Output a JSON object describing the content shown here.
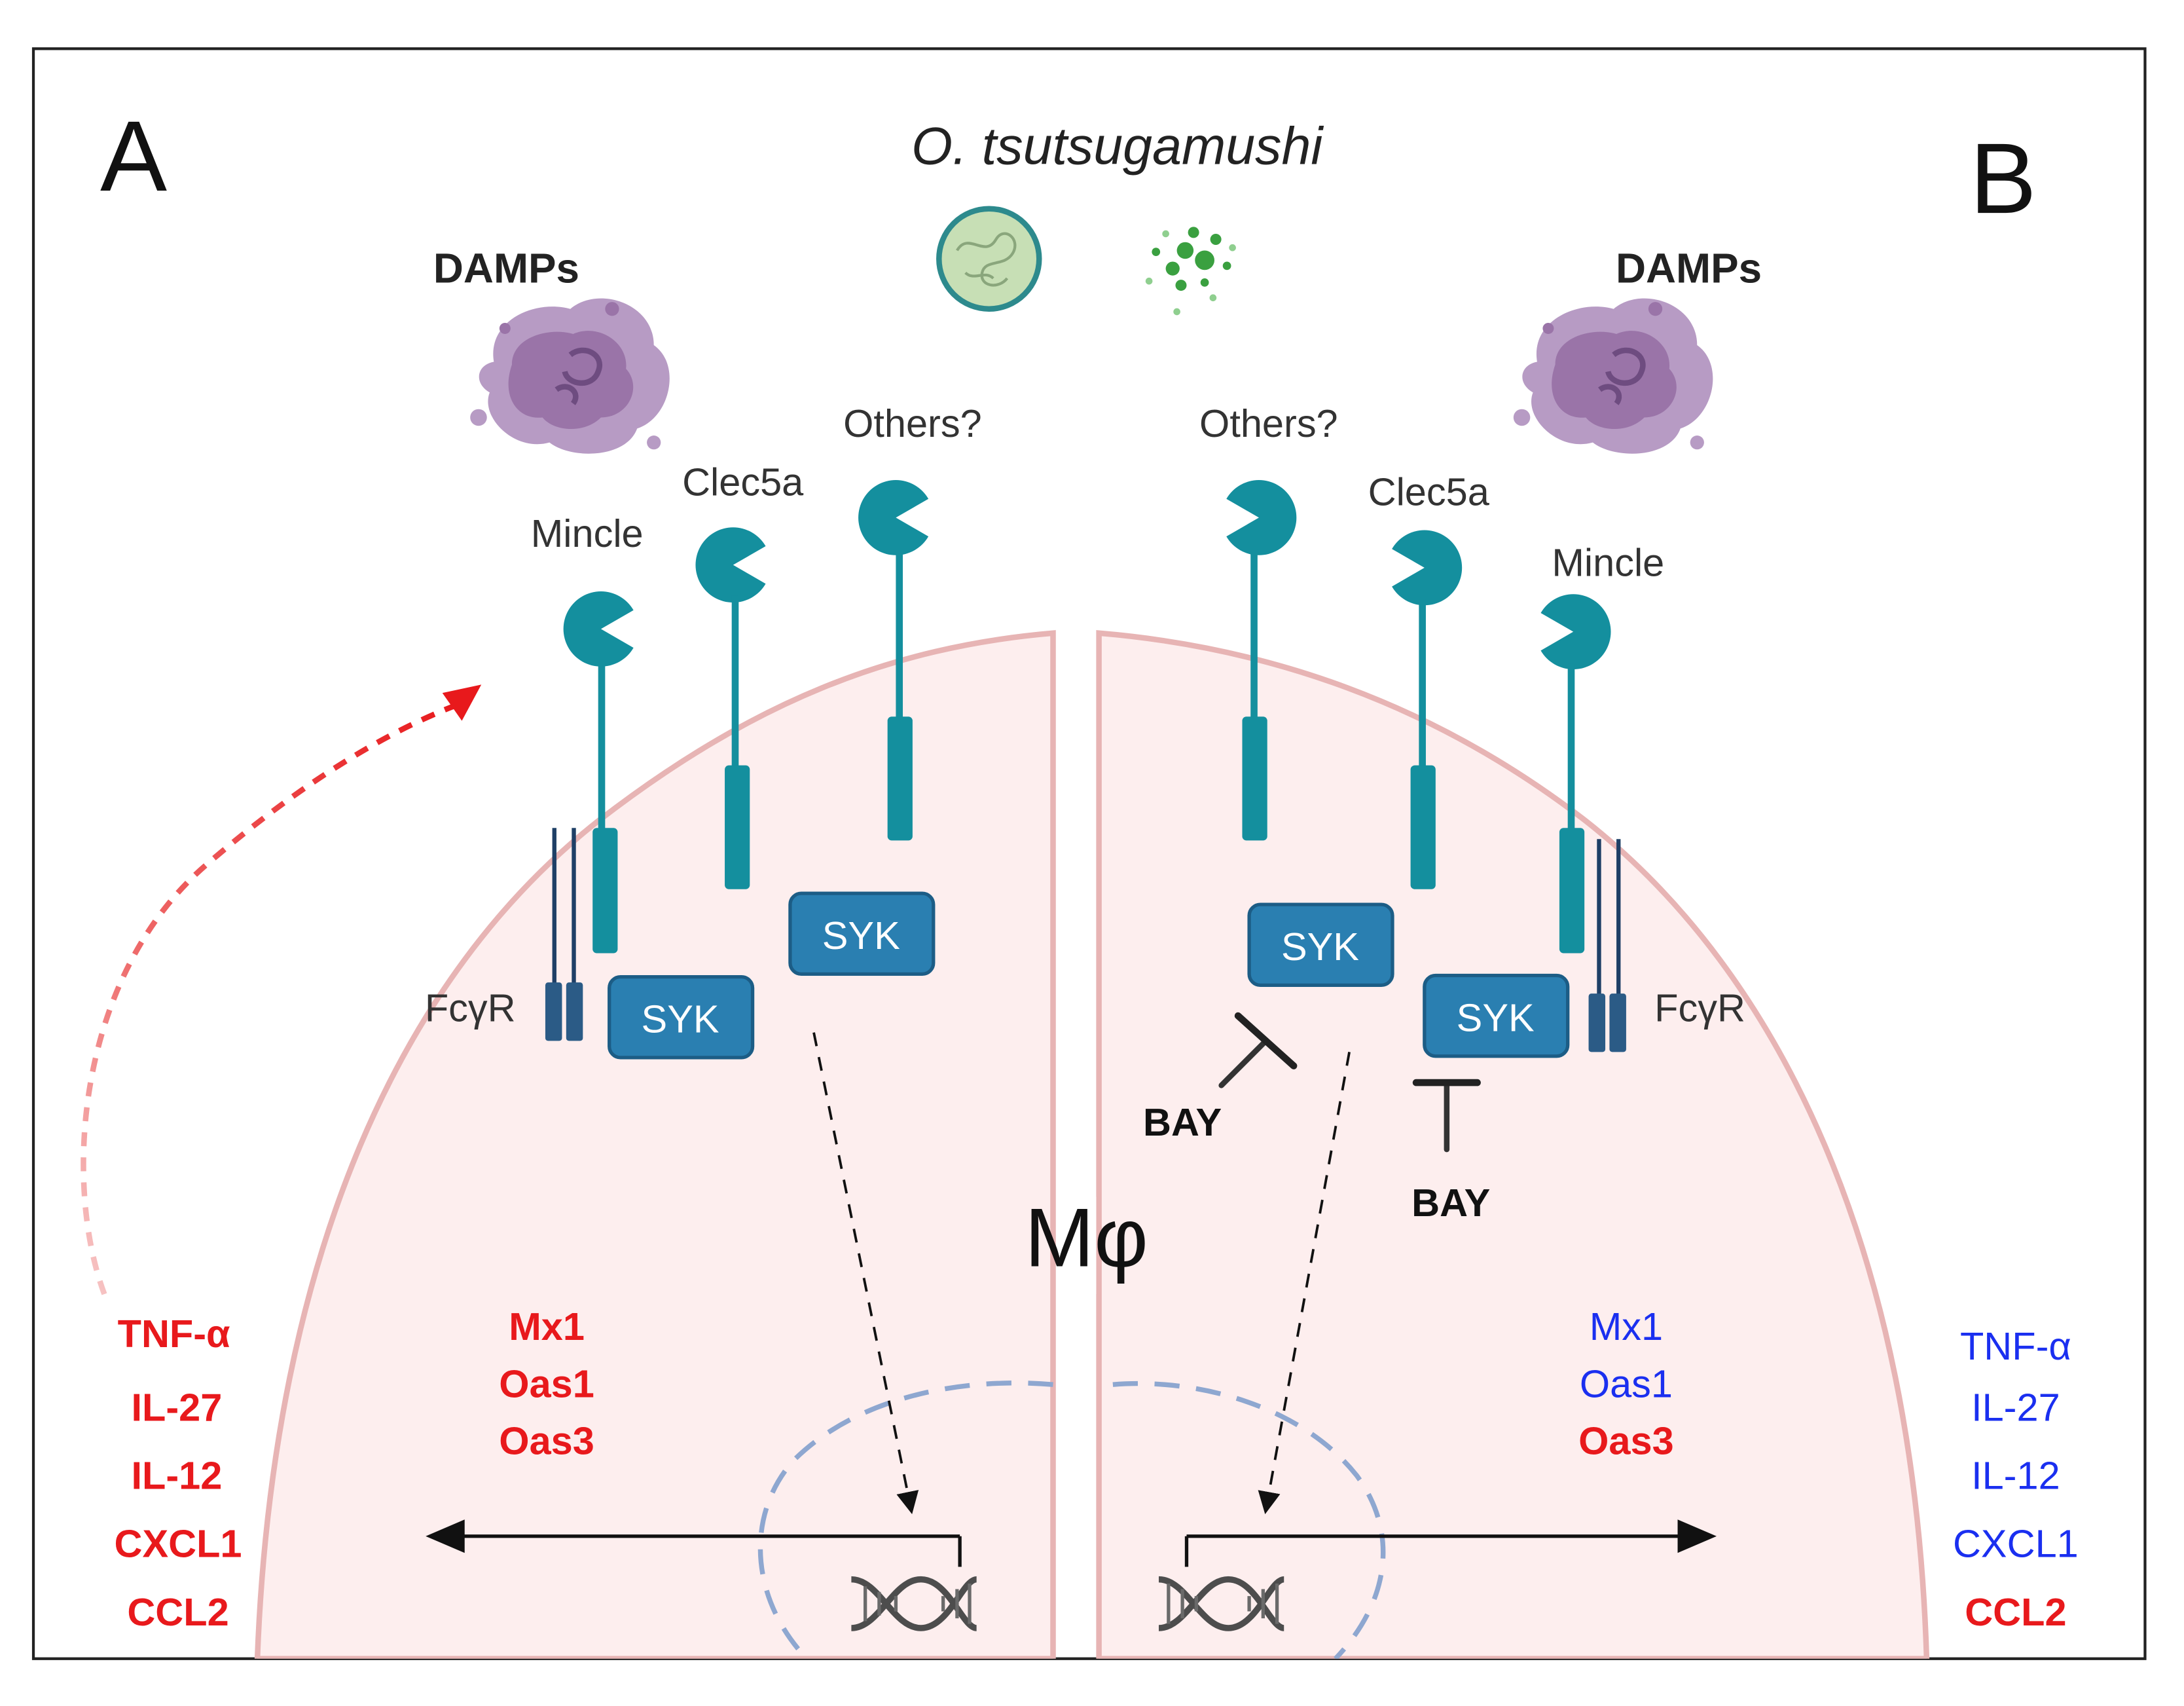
{
  "panel_a": {
    "letter": "A",
    "damps_label": "DAMPs",
    "receptors": {
      "mincle": "Mincle",
      "clec5a": "Clec5a",
      "others": "Others?"
    },
    "fcgr_label": "FcγR",
    "syk_labels": [
      "SYK",
      "SYK"
    ],
    "isg_genes": [
      "Mx1",
      "Oas1",
      "Oas3"
    ],
    "cytokines": [
      "TNF-α",
      "IL-27",
      "IL-12",
      "CXCL1",
      "CCL2"
    ]
  },
  "panel_b": {
    "letter": "B",
    "damps_label": "DAMPs",
    "receptors": {
      "others": "Others?",
      "clec5a": "Clec5a",
      "mincle": "Mincle"
    },
    "fcgr_label": "FcγR",
    "syk_labels": [
      "SYK",
      "SYK"
    ],
    "inhibitor_labels": [
      "BAY",
      "BAY"
    ],
    "isg_genes": [
      "Mx1",
      "Oas1",
      "Oas3"
    ],
    "cytokines": [
      "TNF-α",
      "IL-27",
      "IL-12",
      "CXCL1",
      "CCL2"
    ]
  },
  "pathogen_label": "O. tsutsugamushi",
  "cell_label": "Mφ",
  "colors": {
    "upregulated": "#e8191c",
    "downregulated": "#1a2ff0",
    "receptor": "#148f9e",
    "syk_fill": "#2a7fb1",
    "syk_stroke": "#1c5d86",
    "cell_fill": "#fdeeee",
    "cell_stroke": "#e7b4b4",
    "nucleus": "#8ea7d0",
    "fcgr": "#1e3f66",
    "damps": "#9a74a8",
    "bacterium": "#c7dfb5",
    "bacterium_rim": "#2d8a8d"
  }
}
